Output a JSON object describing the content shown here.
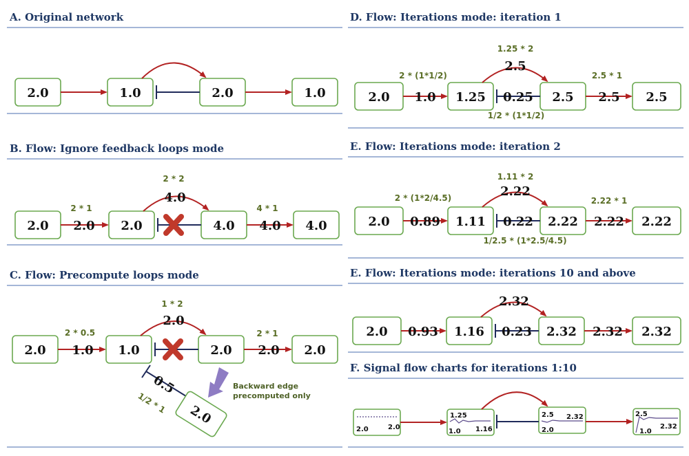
{
  "colors": {
    "activation": "#b22222",
    "inhibition": "#1f2a5a",
    "node_border": "#6aa84f",
    "title": "#1f3864",
    "formula": "#5a6e26",
    "cross": "#c0392b",
    "callout": "#8e7cc3"
  },
  "A": {
    "title": "A. Original network",
    "n1": "2.0",
    "n2": "1.0",
    "n3": "2.0",
    "n4": "1.0"
  },
  "B": {
    "title": "B. Flow: Ignore feedback loops mode",
    "n1": "2.0",
    "n2": "2.0",
    "n3": "4.0",
    "n4": "4.0",
    "e1": "2.0",
    "f1": "2 * 1",
    "e2": "4.0",
    "f2": "2 * 2",
    "e3": "4.0",
    "f3": "4 * 1"
  },
  "C": {
    "title": "C. Flow: Precompute loops mode",
    "n1": "2.0",
    "n2": "1.0",
    "n3": "2.0",
    "n4": "2.0",
    "n5": "2.0",
    "e1": "1.0",
    "f1": "2 * 0.5",
    "e2": "2.0",
    "f2": "1 * 2",
    "e3": "2.0",
    "f3": "2 * 1",
    "e4": "0.5",
    "f4": "1/2 * 1",
    "note1": "Backward edge",
    "note2": "precomputed only"
  },
  "D": {
    "title": "D. Flow: Iterations mode: iteration 1",
    "n1": "2.0",
    "n2": "1.25",
    "n3": "2.5",
    "n4": "2.5",
    "e1": "1.0",
    "f1": "2 * (1*1/2)",
    "e2": "2.5",
    "f2": "1.25 * 2",
    "e3": "2.5",
    "f3": "2.5 * 1",
    "e4": "0.25",
    "f4": "1/2 * (1*1/2)"
  },
  "E1": {
    "title": "E. Flow: Iterations mode: iteration 2",
    "n1": "2.0",
    "n2": "1.11",
    "n3": "2.22",
    "n4": "2.22",
    "e1": "0.89",
    "f1": "2 * (1*2/4.5)",
    "e2": "2.22",
    "f2": "1.11 * 2",
    "e3": "2.22",
    "f3": "2.22 * 1",
    "e4": "0.22",
    "f4": "1/2.5 * (1*2.5/4.5)"
  },
  "E2": {
    "title": "E. Flow: Iterations mode: iterations 10 and above",
    "n1": "2.0",
    "n2": "1.16",
    "n3": "2.32",
    "n4": "2.32",
    "e1": "0.93",
    "e2": "2.32",
    "e3": "2.32",
    "e4": "0.23"
  },
  "F": {
    "title": "F. Signal flow charts for iterations 1:10",
    "c1": {
      "l1": "2.0",
      "l2": "2.0"
    },
    "c2": {
      "top": "1.25",
      "l1": "1.0",
      "l2": "1.16"
    },
    "c3": {
      "top": "2.5",
      "top2": "2.32",
      "l1": "2.0"
    },
    "c4": {
      "top": "2.5",
      "l1": "1.0",
      "l2": "2.32"
    }
  }
}
